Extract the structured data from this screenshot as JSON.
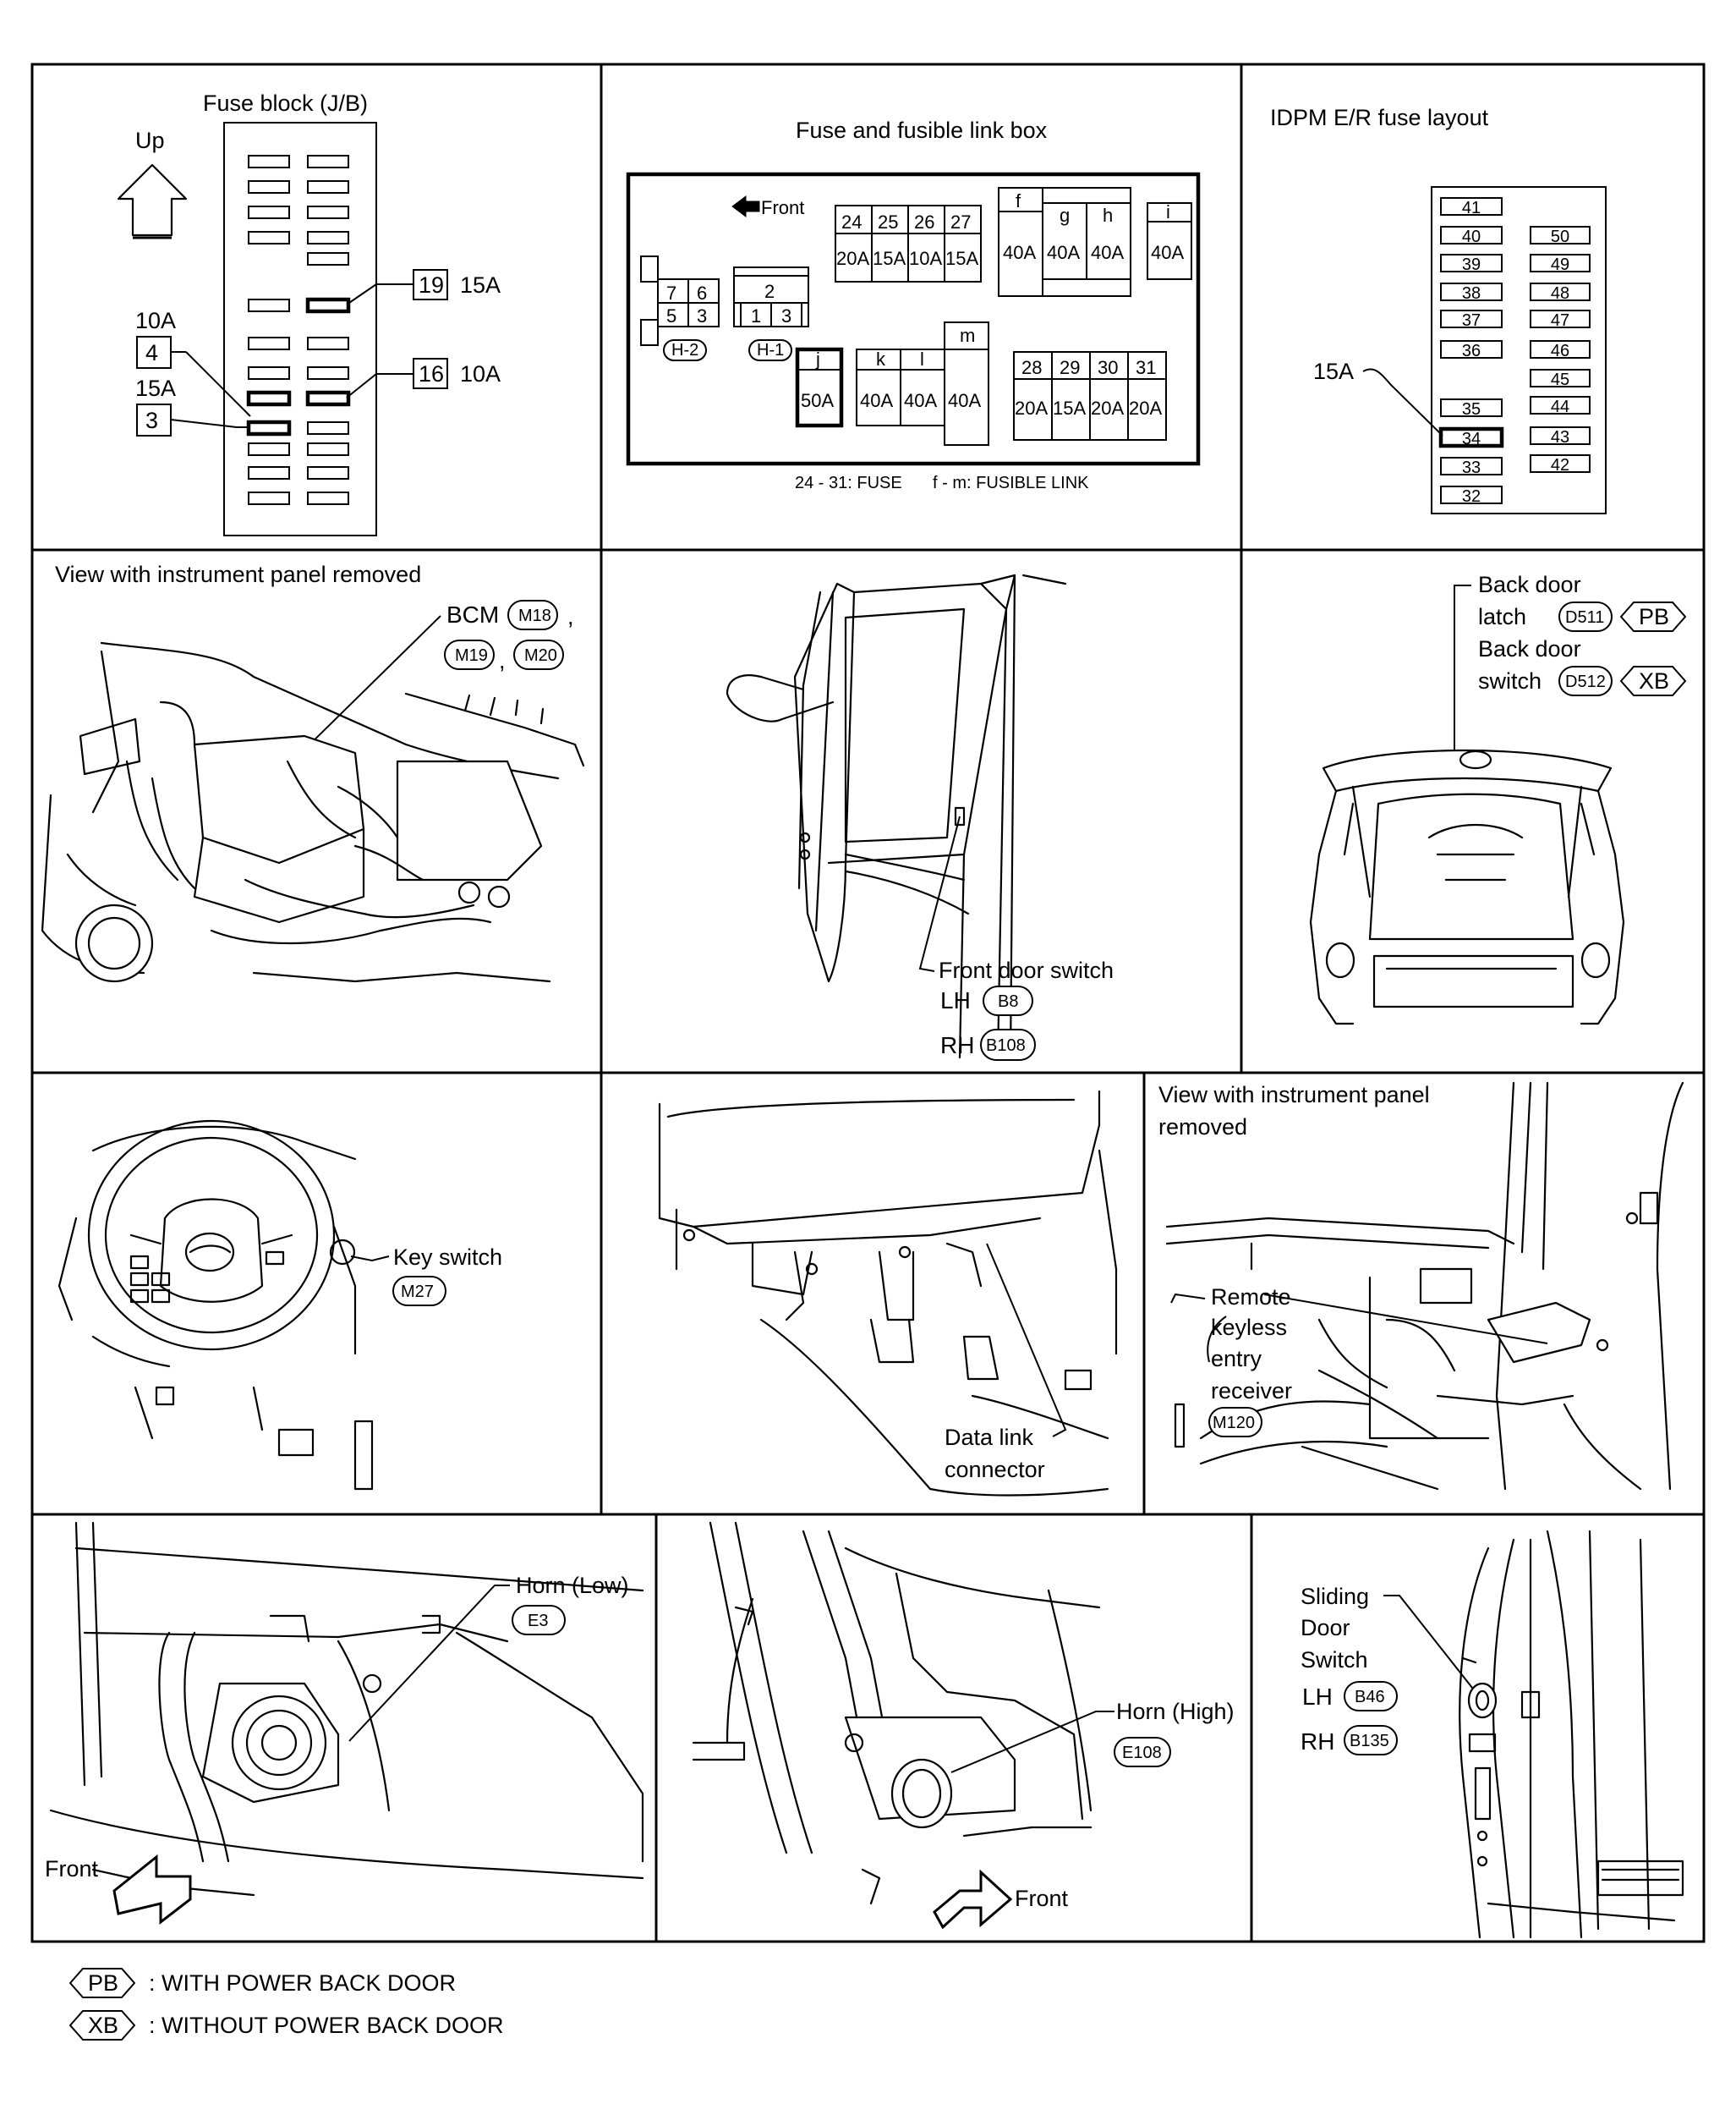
{
  "panels": {
    "fuse_block": {
      "title": "Fuse block (J/B)",
      "up_label": "Up",
      "callouts": [
        {
          "num": "19",
          "amp": "15A"
        },
        {
          "num": "16",
          "amp": "10A"
        },
        {
          "num": "4",
          "amp": "10A"
        },
        {
          "num": "3",
          "amp": "15A"
        }
      ]
    },
    "fusible_link_box": {
      "title": "Fuse and fusible link box",
      "front_label": "Front",
      "fuses_top": [
        {
          "num": "24",
          "amp": "20A"
        },
        {
          "num": "25",
          "amp": "15A"
        },
        {
          "num": "26",
          "amp": "10A"
        },
        {
          "num": "27",
          "amp": "15A"
        }
      ],
      "links_top": [
        {
          "num": "f",
          "amp": "40A"
        },
        {
          "num": "g",
          "amp": "40A"
        },
        {
          "num": "h",
          "amp": "40A"
        },
        {
          "num": "i",
          "amp": "40A"
        }
      ],
      "relay_left": [
        "7",
        "6",
        "5",
        "3"
      ],
      "relay_mid": [
        "2",
        "1",
        "3"
      ],
      "connectors": [
        "H-2",
        "H-1"
      ],
      "links_bottom": [
        {
          "num": "j",
          "amp": "50A"
        },
        {
          "num": "k",
          "amp": "40A"
        },
        {
          "num": "l",
          "amp": "40A"
        },
        {
          "num": "m",
          "amp": "40A"
        }
      ],
      "fuses_bottom": [
        {
          "num": "28",
          "amp": "20A"
        },
        {
          "num": "29",
          "amp": "15A"
        },
        {
          "num": "30",
          "amp": "20A"
        },
        {
          "num": "31",
          "amp": "20A"
        }
      ],
      "note_fuse": "24 - 31: FUSE",
      "note_link": "f - m: FUSIBLE LINK"
    },
    "ipdm": {
      "title": "IDPM E/R fuse layout",
      "amp_label": "15A",
      "left_col": [
        "41",
        "40",
        "39",
        "38",
        "37",
        "36",
        "35",
        "34",
        "33",
        "32"
      ],
      "right_col": [
        "50",
        "49",
        "48",
        "47",
        "46",
        "45",
        "44",
        "43",
        "42"
      ]
    },
    "bcm": {
      "title": "View with instrument panel removed",
      "label": "BCM",
      "connectors": [
        "M18",
        "M19",
        "M20"
      ],
      "comma": ","
    },
    "front_door": {
      "label": "Front door switch",
      "lh": "LH",
      "rh": "RH",
      "lh_conn": "B8",
      "rh_conn": "B108"
    },
    "back_door": {
      "latch_line1": "Back door",
      "latch_line2": "latch",
      "latch_conn": "D511",
      "switch_line1": "Back door",
      "switch_line2": "switch",
      "switch_conn": "D512",
      "pb": "PB",
      "xb": "XB"
    },
    "key_switch": {
      "label": "Key switch",
      "conn": "M27"
    },
    "data_link": {
      "line1": "Data link",
      "line2": "connector"
    },
    "remote_keyless": {
      "title_line1": "View with instrument panel",
      "title_line2": "removed",
      "lines": [
        "Remote",
        "keyless",
        "entry",
        "receiver"
      ],
      "conn": "M120"
    },
    "horn_low": {
      "label": "Horn (Low)",
      "conn": "E3",
      "front": "Front"
    },
    "horn_high": {
      "label": "Horn (High)",
      "conn": "E108",
      "front": "Front"
    },
    "sliding_door": {
      "lines": [
        "Sliding",
        "Door",
        "Switch"
      ],
      "lh": "LH",
      "rh": "RH",
      "lh_conn": "B46",
      "rh_conn": "B135"
    }
  },
  "legend": [
    {
      "code": "PB",
      "text": ": WITH POWER BACK DOOR"
    },
    {
      "code": "XB",
      "text": ": WITHOUT POWER BACK DOOR"
    }
  ]
}
